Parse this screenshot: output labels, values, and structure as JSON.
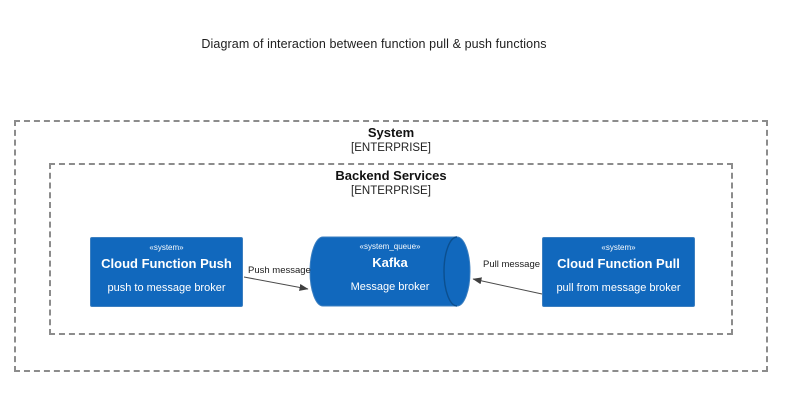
{
  "title": "Diagram of interaction between function pull & push functions",
  "boundaries": {
    "outer": {
      "label": "System",
      "type": "[ENTERPRISE]"
    },
    "inner": {
      "label": "Backend Services",
      "type": "[ENTERPRISE]"
    }
  },
  "nodes": {
    "push_function": {
      "stereotype": "«system»",
      "name": "Cloud Function Push",
      "description": "push to message broker"
    },
    "kafka": {
      "stereotype": "«system_queue»",
      "name": "Kafka",
      "description": "Message broker"
    },
    "pull_function": {
      "stereotype": "«system»",
      "name": "Cloud Function Pull",
      "description": "pull from message broker"
    }
  },
  "relations": {
    "push": {
      "label": "Push message",
      "from": "Cloud Function Push",
      "to": "Kafka"
    },
    "pull": {
      "label": "Pull message",
      "from": "Cloud Function Pull",
      "to": "Kafka"
    }
  },
  "colors": {
    "node_fill": "#1168bd",
    "node_border": "#3c7fc0",
    "queue_rim": "#0b4f8f",
    "node_text": "#ffffff",
    "boundary_border": "#8c8c8c",
    "arrow": "#3f3f3f",
    "background": "#ffffff"
  }
}
